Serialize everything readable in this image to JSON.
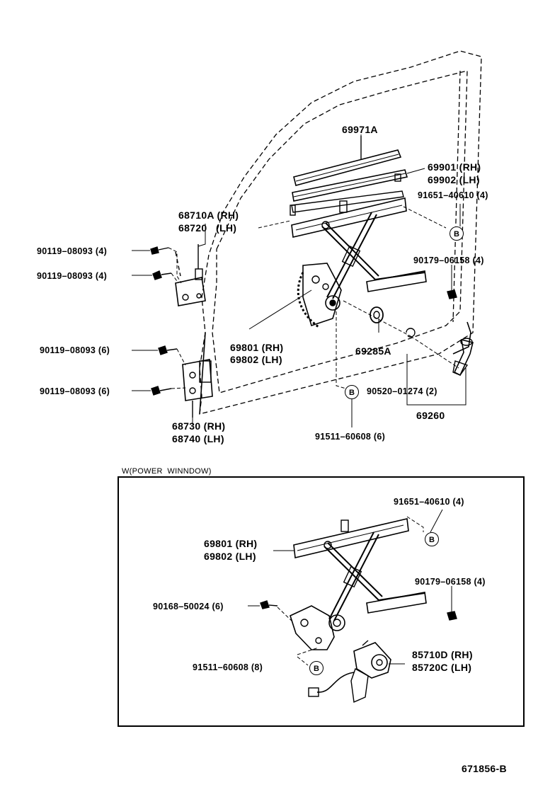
{
  "diagram": {
    "callout_letter": "B",
    "section_title": "W(POWER  WINNDOW)",
    "figure_code": "671856-B",
    "upper": {
      "p69971A": "69971A",
      "p69901": "69901 (RH)",
      "p69902": "69902 (LH)",
      "p91651": "91651–40610 (4)",
      "p68710A": "68710A (RH)",
      "p68720": "68720   (LH)",
      "p90119a": "90119–08093 (4)",
      "p90119b": "90119–08093 (4)",
      "p90179": "90179–06158 (4)",
      "p69801": "69801 (RH)",
      "p69802": "69802 (LH)",
      "p69285A": "69285A",
      "p90119c": "90119–08093 (6)",
      "p90520": "90520–01274 (2)",
      "p90119d": "90119–08093 (6)",
      "p69260": "69260",
      "p68730": "68730 (RH)",
      "p68740": "68740 (LH)",
      "p91511": "91511–60608 (6)"
    },
    "lower": {
      "p91651": "91651–40610 (4)",
      "p69801": "69801 (RH)",
      "p69802": "69802 (LH)",
      "p90179": "90179–06158 (4)",
      "p90168": "90168–50024 (6)",
      "p85710D": "85710D (RH)",
      "p85720C": "85720C (LH)",
      "p91511": "91511–60608 (8)"
    }
  }
}
